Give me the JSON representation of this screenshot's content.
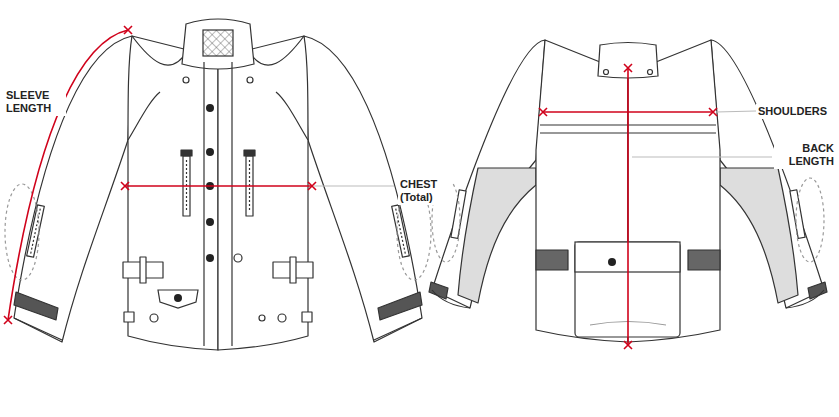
{
  "diagram": {
    "labels": [
      "SLEEVE LENGTH",
      "CHEST (Total)",
      "SHOULDERS",
      "BACK LENGTH"
    ]
  }
}
